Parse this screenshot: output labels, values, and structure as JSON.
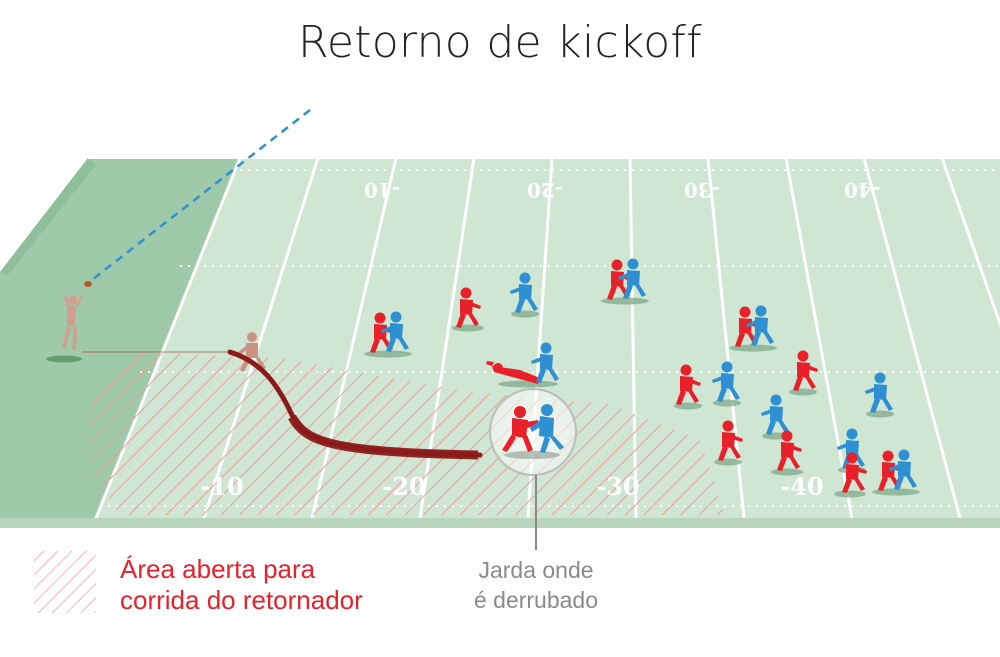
{
  "title": "Retorno de kickoff",
  "field": {
    "top_numbers": [
      "-10",
      "-20",
      "-30",
      "-40"
    ],
    "bottom_numbers": [
      "-10",
      "-20",
      "-30",
      "-40"
    ]
  },
  "legend": {
    "open_area_line1": "Área aberta para",
    "open_area_line2": "corrida do retornador"
  },
  "callout": {
    "line1": "Jarda onde",
    "line2": "é derrubado"
  },
  "colors": {
    "field": "#cfe6d3",
    "endzone": "#9fcaa9",
    "red_team": "#e8202a",
    "blue_team": "#2f8fd3",
    "run_path": "#8b1a1a",
    "legend_text": "#e8202a",
    "callout_text": "#8a8a8a"
  }
}
